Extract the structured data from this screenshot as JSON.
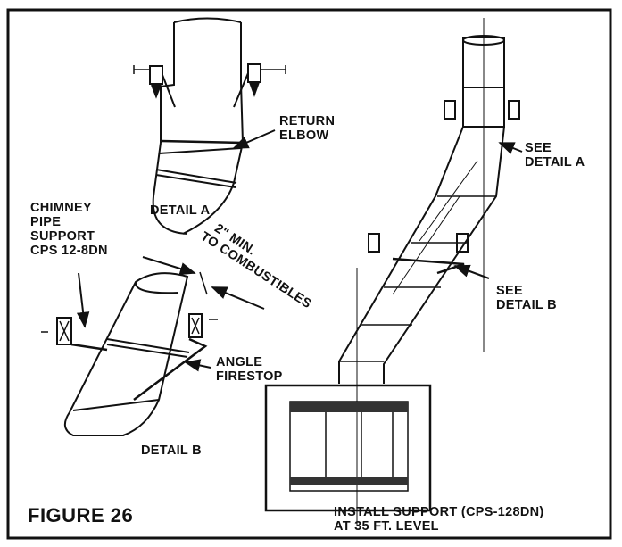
{
  "figure": {
    "title": "FIGURE 26",
    "labels": {
      "return_elbow": [
        "RETURN",
        "ELBOW"
      ],
      "detail_a": "DETAIL A",
      "detail_b": "DETAIL B",
      "see_detail_a": [
        "SEE",
        "DETAIL A"
      ],
      "see_detail_b": [
        "SEE",
        "DETAIL B"
      ],
      "chimney_support": [
        "CHIMNEY",
        "PIPE",
        "SUPPORT",
        "CPS 12-8DN"
      ],
      "clearance": [
        "2\" MIN.",
        "TO COMBUSTIBLES"
      ],
      "angle_firestop": [
        "ANGLE",
        "FIRESTOP"
      ],
      "install_support": [
        "INSTALL SUPPORT (CPS-128DN)",
        "AT 35 FT. LEVEL"
      ]
    }
  }
}
